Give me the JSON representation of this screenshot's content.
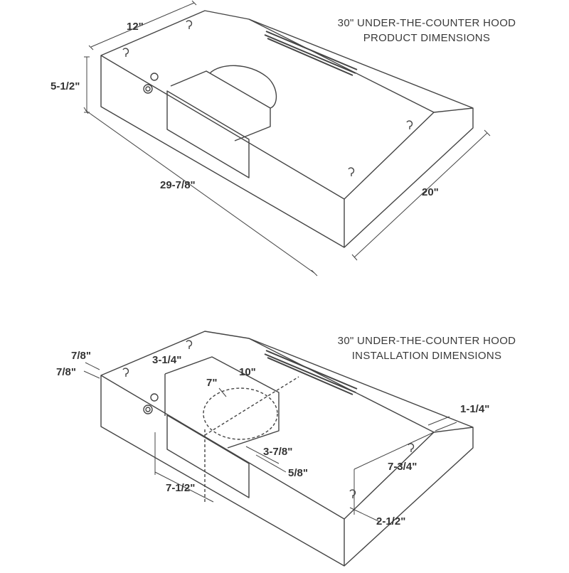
{
  "product": {
    "title_line1": "30\" UNDER-THE-COUNTER HOOD",
    "title_line2": "PRODUCT DIMENSIONS",
    "dims": {
      "depth": "12\"",
      "height": "5-1/2\"",
      "width": "29-7/8\"",
      "length": "20\""
    }
  },
  "installation": {
    "title_line1": "30\" UNDER-THE-COUNTER HOOD",
    "title_line2": "INSTALLATION DIMENSIONS",
    "dims": {
      "edge_a": "7/8\"",
      "edge_b": "7/8\"",
      "duct_depth": "3-1/4\"",
      "duct_width": "10\"",
      "round_duct": "7\"",
      "duct_offset": "3-7/8\"",
      "duct_gap": "5/8\"",
      "duct_center": "7-1/2\"",
      "slot_top": "1-1/4\"",
      "slot_span": "7-3/4\"",
      "slot_edge": "2-1/2\""
    }
  },
  "colors": {
    "line": "#3f3f3f",
    "text": "#333333"
  }
}
